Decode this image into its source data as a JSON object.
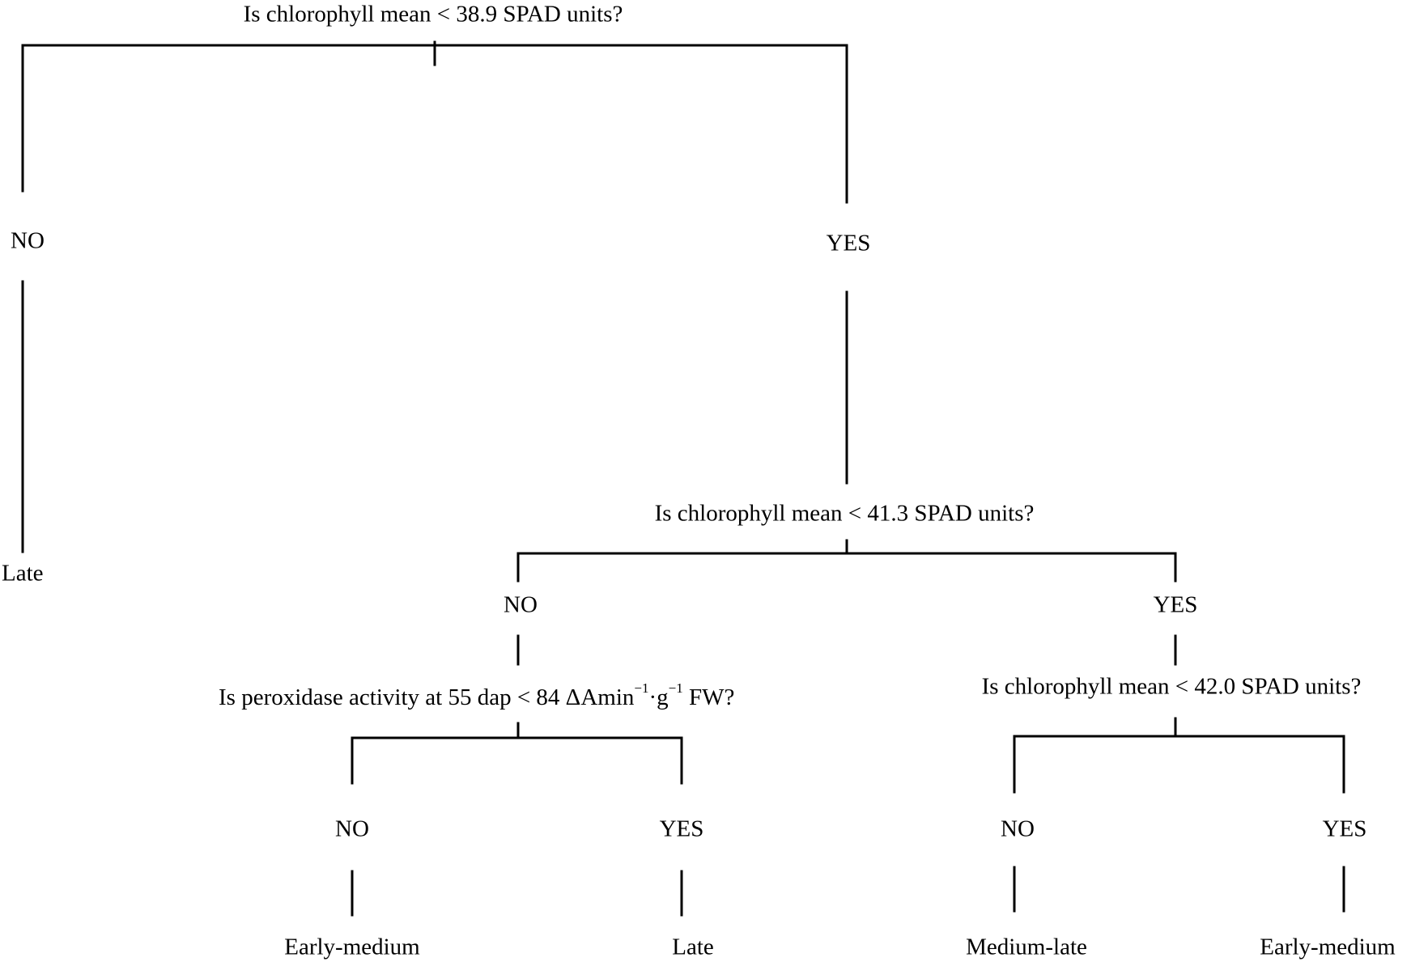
{
  "colors": {
    "line": "#000000",
    "text": "#000000",
    "background": "#ffffff"
  },
  "tree": {
    "root": {
      "question": "Is chlorophyll mean < 38.9 SPAD units?",
      "no_label": "NO",
      "yes_label": "YES",
      "no_outcome": "Late"
    },
    "node2": {
      "question": "Is chlorophyll mean < 41.3 SPAD units?",
      "no_label": "NO",
      "yes_label": "YES"
    },
    "node3": {
      "question_main": "Is peroxidase activity at 55 dap < 84 ΔAmin",
      "question_sup1": "−1",
      "question_mid": "·g",
      "question_sup2": "−1",
      "question_end": " FW?",
      "no_label": "NO",
      "yes_label": "YES",
      "no_outcome": "Early-medium",
      "yes_outcome": "Late"
    },
    "node4": {
      "question": "Is chlorophyll mean < 42.0 SPAD units?",
      "no_label": "NO",
      "yes_label": "YES",
      "no_outcome": "Medium-late",
      "yes_outcome": "Early-medium"
    }
  }
}
